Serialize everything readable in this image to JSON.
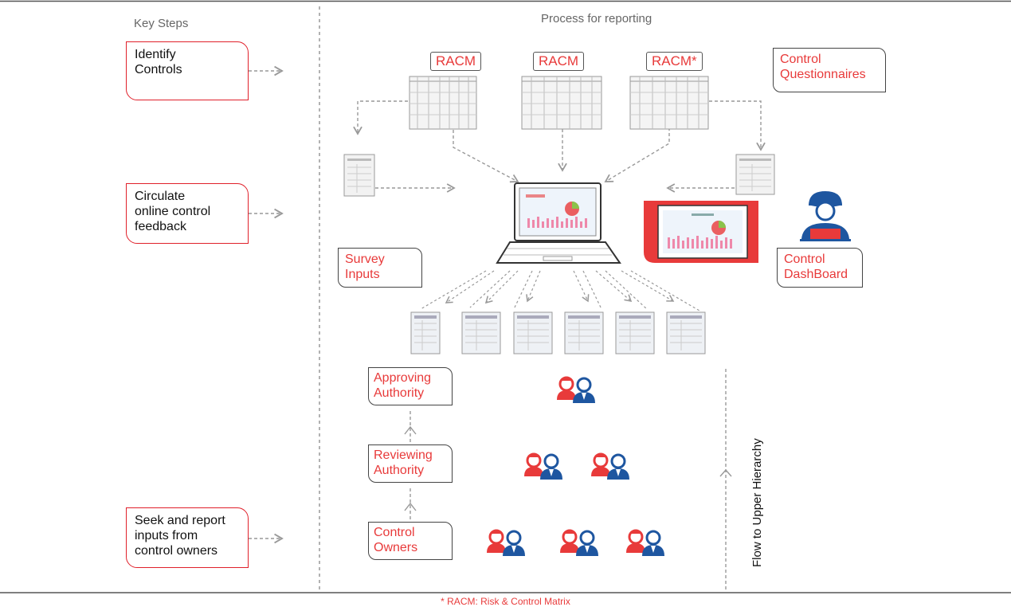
{
  "headers": {
    "key_steps": "Key Steps",
    "process": "Process for reporting"
  },
  "steps": [
    {
      "label": "Identify Controls",
      "lines": [
        "Identify",
        "Controls"
      ]
    },
    {
      "label": "Circulate online control feedback",
      "lines": [
        "Circulate",
        "online control",
        "feedback"
      ]
    },
    {
      "label": "Seek and report inputs from control owners",
      "lines": [
        "Seek and report",
        "inputs from",
        "control owners"
      ]
    }
  ],
  "racm": [
    "RACM",
    "RACM",
    "RACM*"
  ],
  "tags": {
    "questionnaires": [
      "Control",
      "Questionnaires"
    ],
    "survey": [
      "Survey",
      "Inputs"
    ],
    "dashboard": [
      "Control",
      "DashBoard"
    ]
  },
  "roles": {
    "approving": [
      "Approving",
      "Authority"
    ],
    "reviewing": [
      "Reviewing",
      "Authority"
    ],
    "owners": [
      "Control",
      "Owners"
    ]
  },
  "flow_label": "Flow to Upper Hierarchy",
  "footnote": "* RACM: Risk & Control Matrix",
  "colors": {
    "accent_red": "#e83a3a",
    "user_blue": "#1e56a0",
    "line_gray": "#999999"
  },
  "icons": [
    "arrow-right-icon",
    "arrow-down-icon",
    "arrow-up-icon",
    "laptop-icon",
    "tablet-icon",
    "user-at-desk-icon",
    "user-pair-icon",
    "document-icon"
  ]
}
